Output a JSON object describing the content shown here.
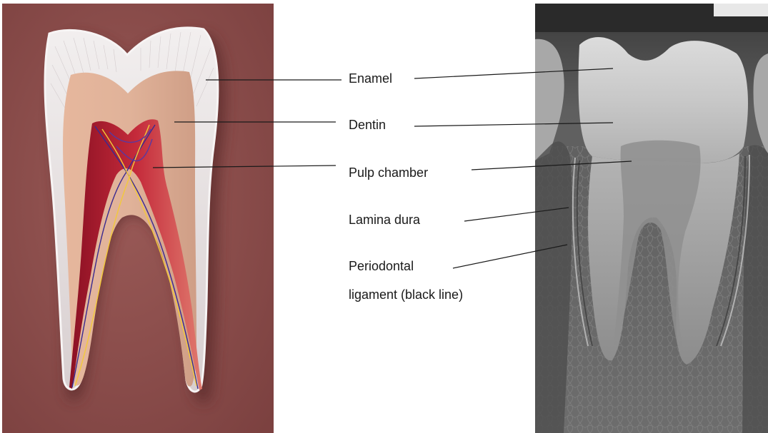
{
  "labels": {
    "enamel": "Enamel",
    "dentin": "Dentin",
    "pulp_chamber": "Pulp chamber",
    "lamina_dura": "Lamina dura",
    "periodontal": "Periodontal",
    "ligament": "ligament (black line)"
  },
  "colors": {
    "illustration_background": "#8a4a4a",
    "enamel": "#e2dcdc",
    "dentin": "#dcae95",
    "pulp": "#b81e32",
    "nerves": "#3a2a90",
    "xray_background": "#6a6a6a",
    "leader_lines": "#1a1a1a"
  },
  "panels": {
    "left": "tooth-cross-section-illustration",
    "right": "dental-radiograph-of-molar"
  }
}
